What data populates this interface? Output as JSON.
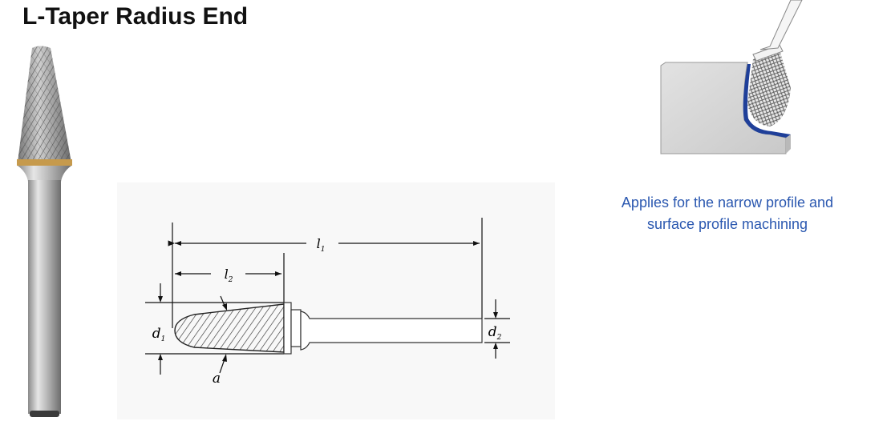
{
  "title": "L-Taper Radius End",
  "caption": {
    "line1": "Applies for the narrow profile and",
    "line2": "surface profile machining"
  },
  "colors": {
    "caption": "#2b58b0",
    "title": "#111111",
    "workpiece_highlight": "#1f3f99"
  },
  "diagram": {
    "labels": {
      "l1": "l",
      "l1_sub": "1",
      "l2": "l",
      "l2_sub": "2",
      "d1": "d",
      "d1_sub": "1",
      "d2": "d",
      "d2_sub": "2",
      "a": "a"
    }
  }
}
